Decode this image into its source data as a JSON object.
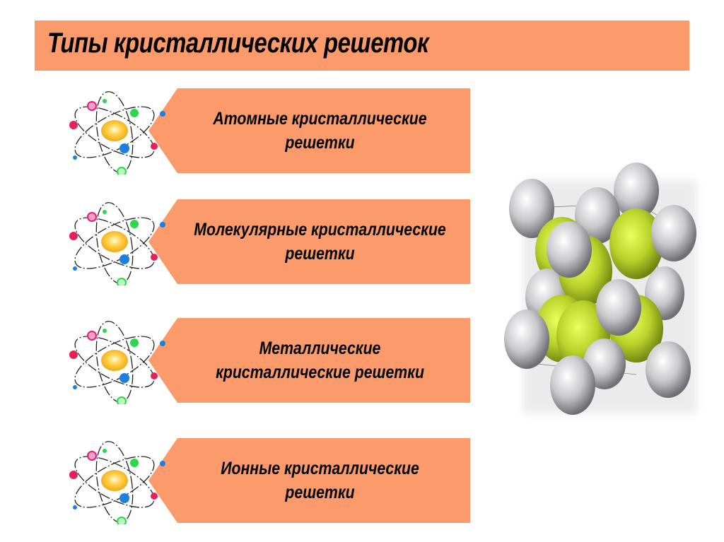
{
  "slide": {
    "title": "Типы кристаллических решеток",
    "accent_color": "#fb9a6a",
    "items": [
      {
        "label": "Атомные кристаллические решетки",
        "icon": "atom-icon"
      },
      {
        "label": "Молекулярные кристаллические решетки",
        "icon": "atom-icon"
      },
      {
        "label": "Металлические кристаллические решетки",
        "icon": "atom-icon"
      },
      {
        "label": "Ионные кристаллические решетки",
        "icon": "atom-icon"
      }
    ],
    "illustration": "crystal-lattice-image"
  }
}
